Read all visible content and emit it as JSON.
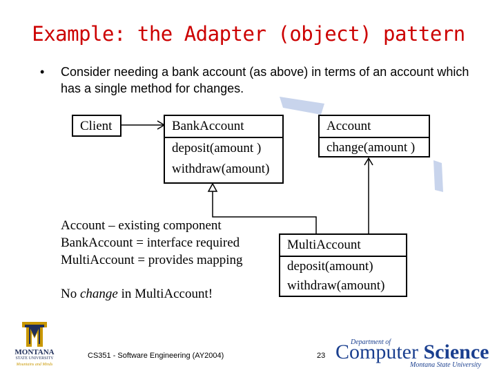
{
  "title": "Example:  the Adapter (object) pattern",
  "bullet": {
    "symbol": "•",
    "text": "Consider needing a bank account (as above) in terms of an account which has a single method for changes."
  },
  "diagram": {
    "client": {
      "name": "Client"
    },
    "bank_account": {
      "name": "BankAccount",
      "methods": [
        "deposit(amount )",
        "withdraw(amount)"
      ]
    },
    "account": {
      "name": "Account",
      "methods": [
        "change(amount )"
      ]
    },
    "multi_account": {
      "name": "MultiAccount",
      "methods": [
        "deposit(amount)",
        "withdraw(amount)"
      ]
    }
  },
  "notes": {
    "line1": "Account – existing component",
    "line2": "BankAccount = interface required",
    "line3": "MultiAccount = provides mapping",
    "line4_pre": "No ",
    "line4_em": "change",
    "line4_post": " in MultiAccount!"
  },
  "footer": {
    "course": "CS351 - Software Engineering (AY2004)",
    "page_number": "23"
  },
  "logos": {
    "montana": {
      "line1": "MONTANA",
      "line2": "STATE UNIVERSITY",
      "tagline": "Mountains and Minds"
    },
    "cs": {
      "dept": "Department of",
      "word1": "Computer",
      "word2": "Science",
      "univ": "Montana State University"
    }
  },
  "colors": {
    "title": "#cc0000",
    "accent_shape": "#c8d4ec",
    "msu_gold": "#c99700",
    "msu_blue": "#1f2e5a",
    "cs_blue": "#1a3f8f"
  }
}
